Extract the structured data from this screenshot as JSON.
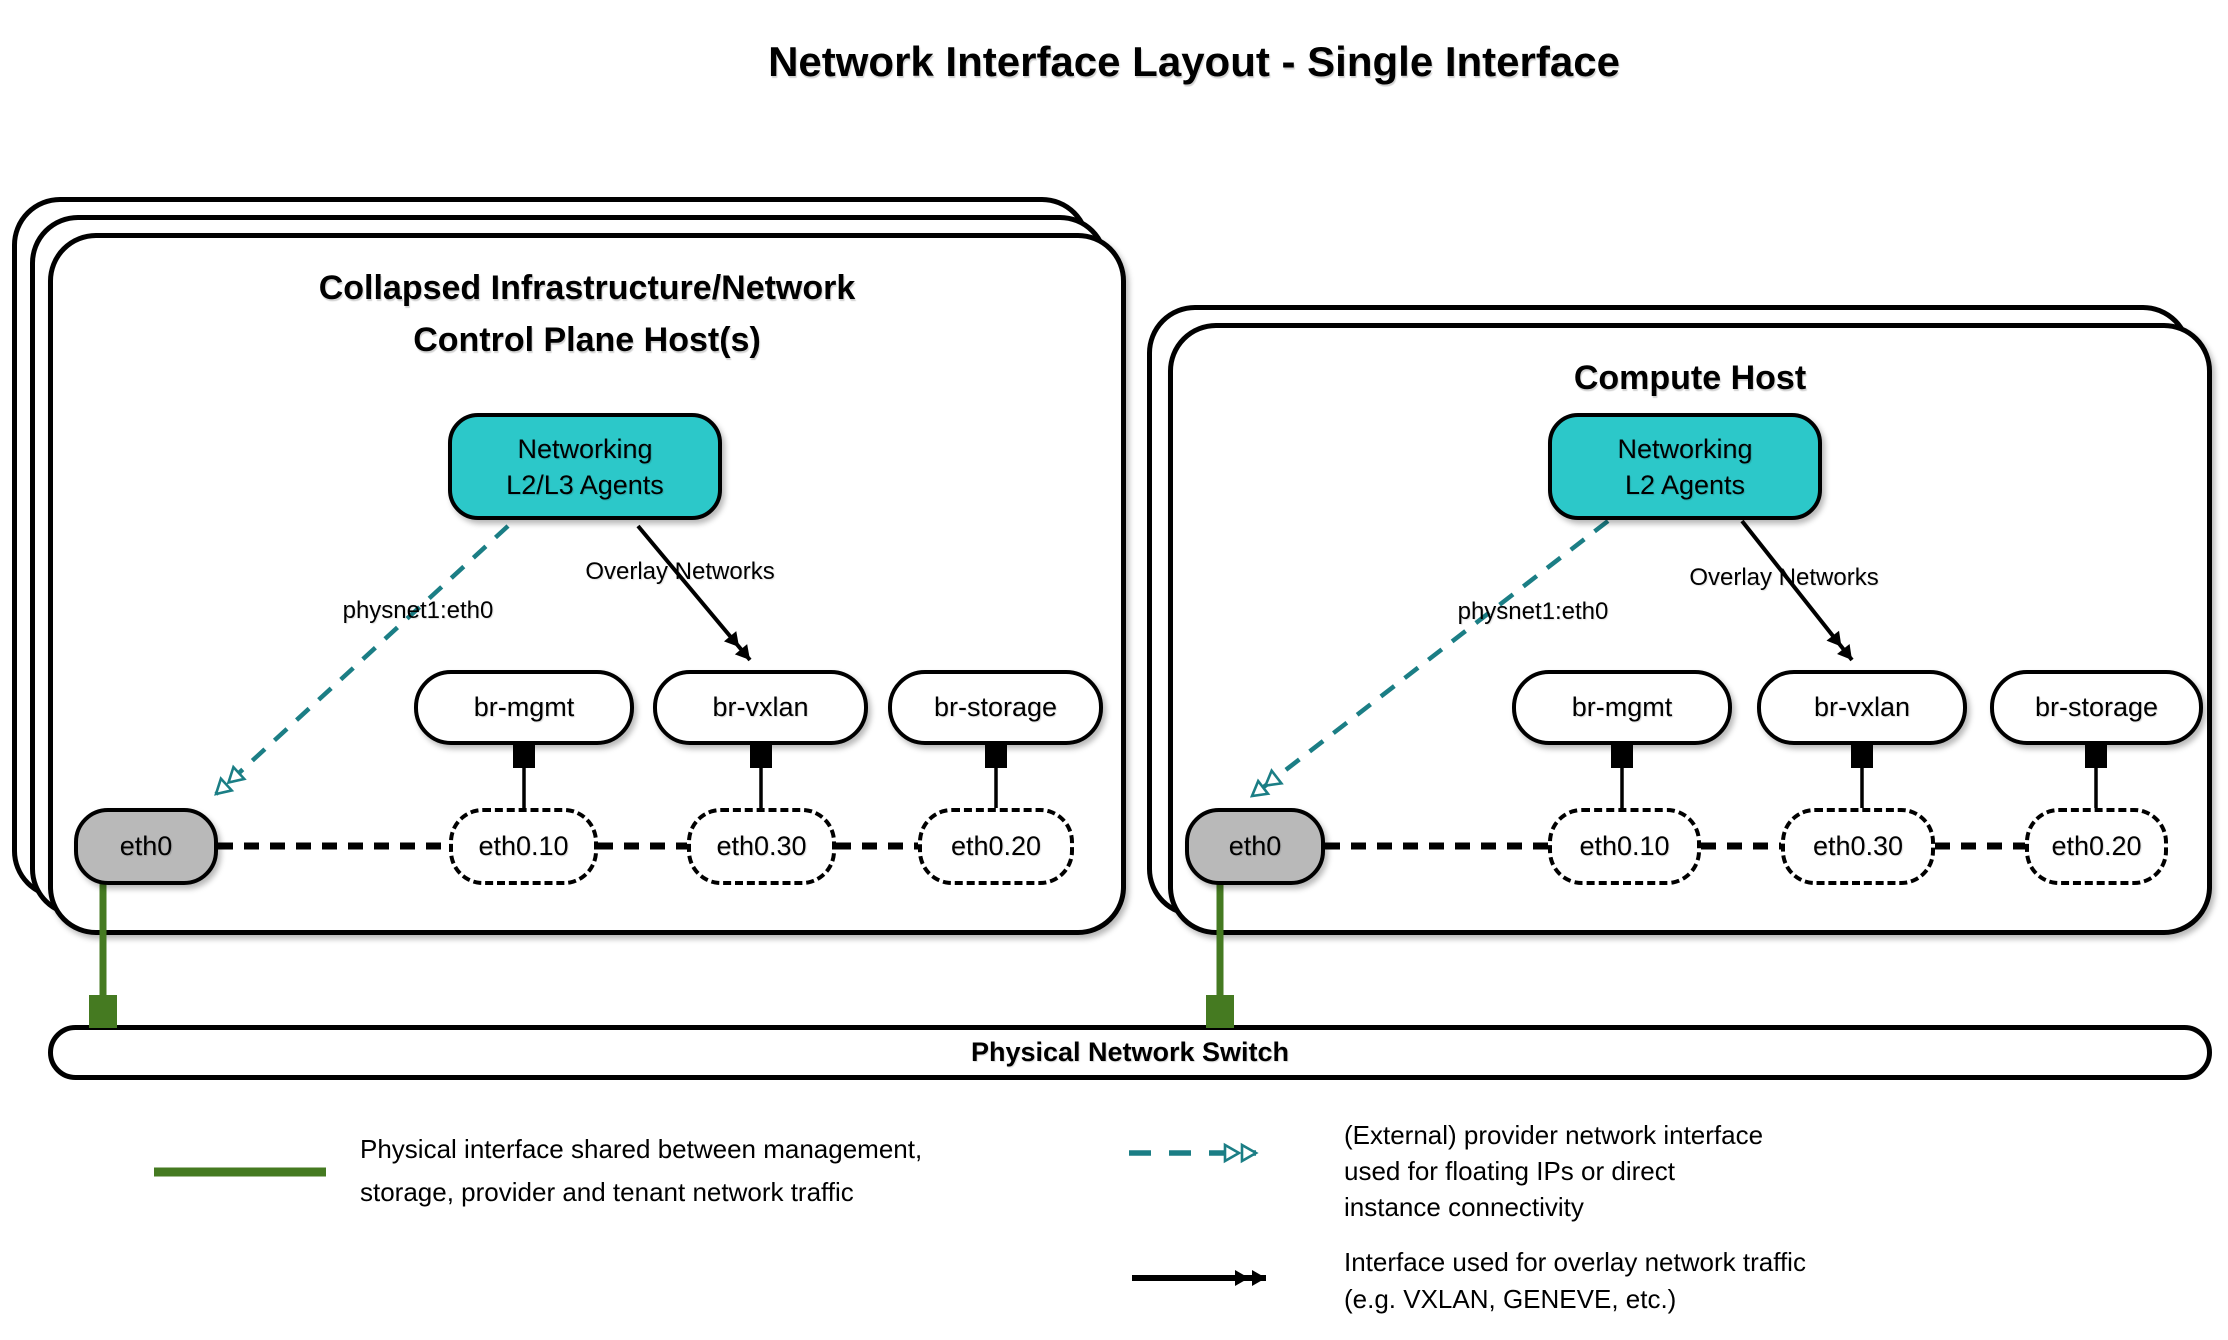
{
  "title": "Network Interface Layout - Single Interface",
  "hosts": [
    {
      "name": "control-plane-host",
      "title": [
        "Collapsed Infrastructure/Network",
        "Control Plane Host(s)"
      ],
      "agent": [
        "Networking",
        "L2/L3 Agents"
      ],
      "provider_arrow_label": "physnet1:eth0",
      "overlay_arrow_label": "Overlay Networks",
      "bridges": [
        "br-mgmt",
        "br-vxlan",
        "br-storage"
      ],
      "physical_interface": "eth0",
      "vlan_interfaces": [
        "eth0.10",
        "eth0.30",
        "eth0.20"
      ]
    },
    {
      "name": "compute-host",
      "title": [
        "Compute Host",
        ""
      ],
      "agent": [
        "Networking",
        "L2 Agents"
      ],
      "provider_arrow_label": "physnet1:eth0",
      "overlay_arrow_label": "Overlay Networks",
      "bridges": [
        "br-mgmt",
        "br-vxlan",
        "br-storage"
      ],
      "physical_interface": "eth0",
      "vlan_interfaces": [
        "eth0.10",
        "eth0.30",
        "eth0.20"
      ]
    }
  ],
  "switch_label": "Physical Network Switch",
  "legend": {
    "physical": [
      "Physical interface shared between management,",
      "storage, provider and tenant network traffic"
    ],
    "provider": [
      "(External) provider network interface",
      "used for floating IPs or direct",
      "instance connectivity"
    ],
    "overlay": [
      "Interface used for overlay network traffic",
      "(e.g. VXLAN, GENEVE, etc.)"
    ]
  },
  "colors": {
    "agent_fill": "#2cc8c9",
    "provider_arrow": "#1b7e85",
    "physical_line": "#457a21",
    "interface_fill": "#b9b9b9",
    "outline": "#000000"
  }
}
